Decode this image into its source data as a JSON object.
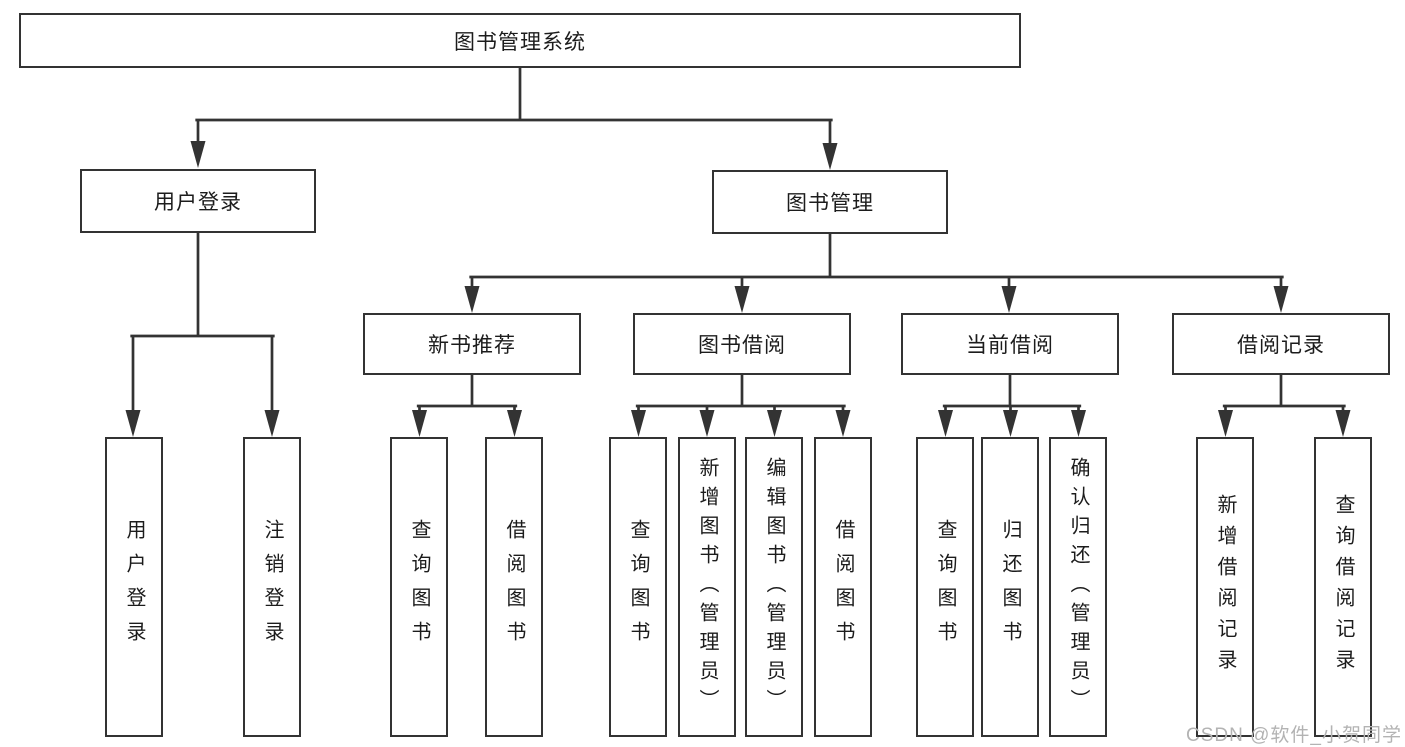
{
  "diagram": {
    "root": {
      "label": "图书管理系统"
    },
    "level2": [
      {
        "label": "用户登录"
      },
      {
        "label": "图书管理"
      }
    ],
    "level3": [
      {
        "label": "新书推荐"
      },
      {
        "label": "图书借阅"
      },
      {
        "label": "当前借阅"
      },
      {
        "label": "借阅记录"
      }
    ],
    "leaves": [
      {
        "label": "用户登录"
      },
      {
        "label": "注销登录"
      },
      {
        "label": "查询图书"
      },
      {
        "label": "借阅图书"
      },
      {
        "label": "查询图书"
      },
      {
        "label": "新增图书（管理员）"
      },
      {
        "label": "编辑图书（管理员）"
      },
      {
        "label": "借阅图书"
      },
      {
        "label": "查询图书"
      },
      {
        "label": "归还图书"
      },
      {
        "label": "确认归还（管理员）"
      },
      {
        "label": "新增借阅记录"
      },
      {
        "label": "查询借阅记录"
      }
    ]
  },
  "watermark": {
    "text": "CSDN @软件_小贺同学"
  },
  "colors": {
    "line": "#333333",
    "text": "#1c1c1c",
    "watermark": "#b3b3b3",
    "background": "#ffffff"
  }
}
